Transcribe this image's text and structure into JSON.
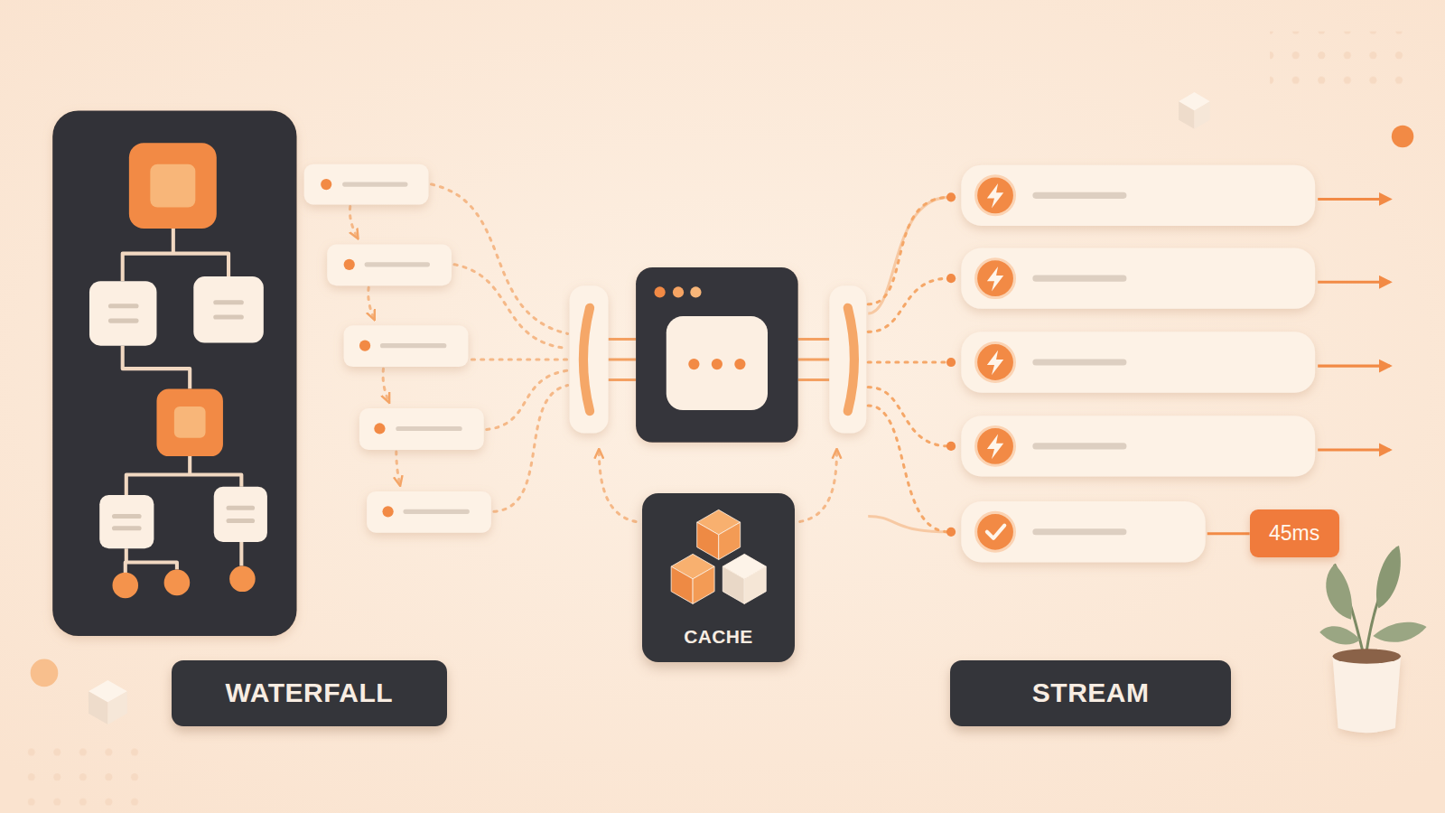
{
  "diagram": {
    "nodes": [
      {
        "text": [
          "WATERFALL"
        ]
      },
      {
        "text": [
          "CACHE"
        ]
      },
      {
        "text": [
          "STREAM"
        ]
      },
      {
        "text": [
          "45ms"
        ]
      }
    ]
  }
}
